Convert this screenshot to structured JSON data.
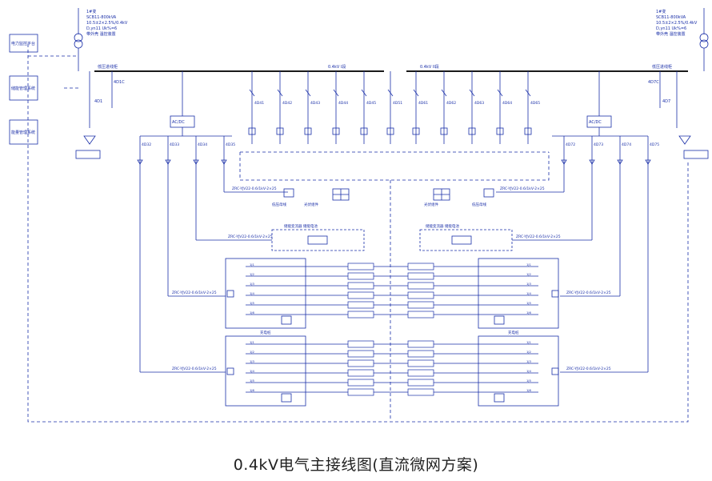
{
  "caption": "0.4kV电气主接线图(直流微网方案)",
  "colors": {
    "line": "#1a2fa8",
    "bus": "#1a1a1a",
    "dashed": "#2a3fc0"
  },
  "transformers": [
    {
      "id": "T1",
      "name": "1#变",
      "model": "SCB11-800kVA",
      "ratio": "10.5±2×2.5%/0.4kV",
      "group": "D,yn11 Uk%=6",
      "note": "带外壳 温控装置"
    },
    {
      "id": "T2",
      "name": "1#变",
      "model": "SCB11-800kVA",
      "ratio": "10.5±2×2.5%/0.4kV",
      "group": "D,yn11 Uk%=6",
      "note": "带外壳 温控装置"
    }
  ],
  "left_panels": [
    "电力监控平台",
    "储能管理系统",
    "能量管理系统"
  ],
  "bus_labels": {
    "left": "0.4kV I段",
    "right": "0.4kV II段",
    "left_tag": "低压进线柜",
    "right_tag": "低压进线柜"
  },
  "incomer": {
    "left": "4D1",
    "right": "4D7",
    "left_sub": "4D1C",
    "right_sub": "4D7C"
  },
  "feeders_left": [
    "4D41",
    "4D42",
    "4D43",
    "4D44",
    "4D45",
    "4D51"
  ],
  "feeders_right": [
    "4D61",
    "4D62",
    "4D63",
    "4D64",
    "4D65"
  ],
  "outgoing_left": [
    "4D32",
    "4D33",
    "4D34",
    "4D35"
  ],
  "outgoing_right": [
    "4D72",
    "4D73",
    "4D74",
    "4D75"
  ],
  "converters": {
    "left": "AC/DC",
    "right": "AC/DC"
  },
  "energy_storage": {
    "left": "低压母线",
    "right": "低压母线"
  },
  "pv": {
    "left": "光伏组件",
    "right": "光伏组件"
  },
  "dc_cable": "ZRC-YJV22-0.6/1kV-2×25",
  "bess_left": "储能变流器 储能电池",
  "bess_right": "储能变流器 储能电池",
  "charger_rows": [
    "1J1",
    "1J2",
    "1J3",
    "1J4",
    "1J5",
    "1J6"
  ],
  "charger_label": "充电桩"
}
